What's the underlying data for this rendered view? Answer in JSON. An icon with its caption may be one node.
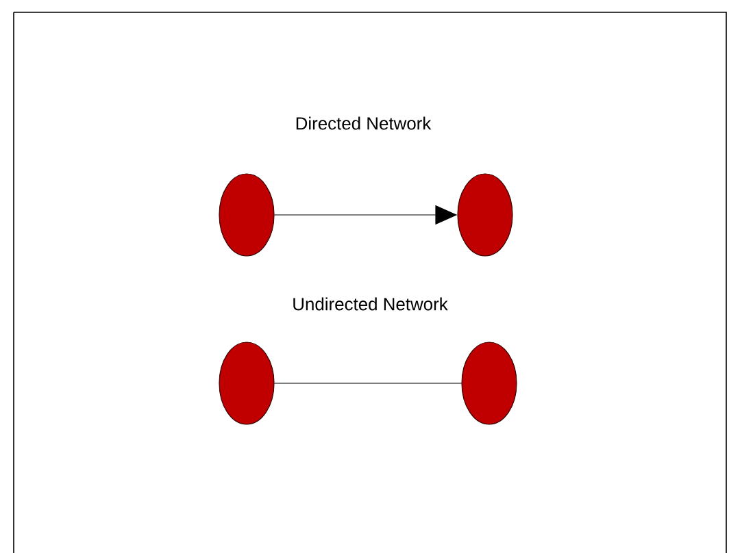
{
  "diagram": {
    "nodes": [
      {
        "text": [],
        "shape": "ellipse"
      },
      {
        "text": [],
        "shape": "ellipse"
      },
      {
        "text": [],
        "shape": "ellipse"
      },
      {
        "text": [],
        "shape": "ellipse"
      }
    ],
    "edges": [
      {
        "from": 0,
        "to": 1,
        "arrow": "to"
      },
      {
        "from": 2,
        "to": 3,
        "arrow": "none"
      }
    ],
    "labels": [
      "Directed Network",
      "Undirected Network"
    ]
  }
}
